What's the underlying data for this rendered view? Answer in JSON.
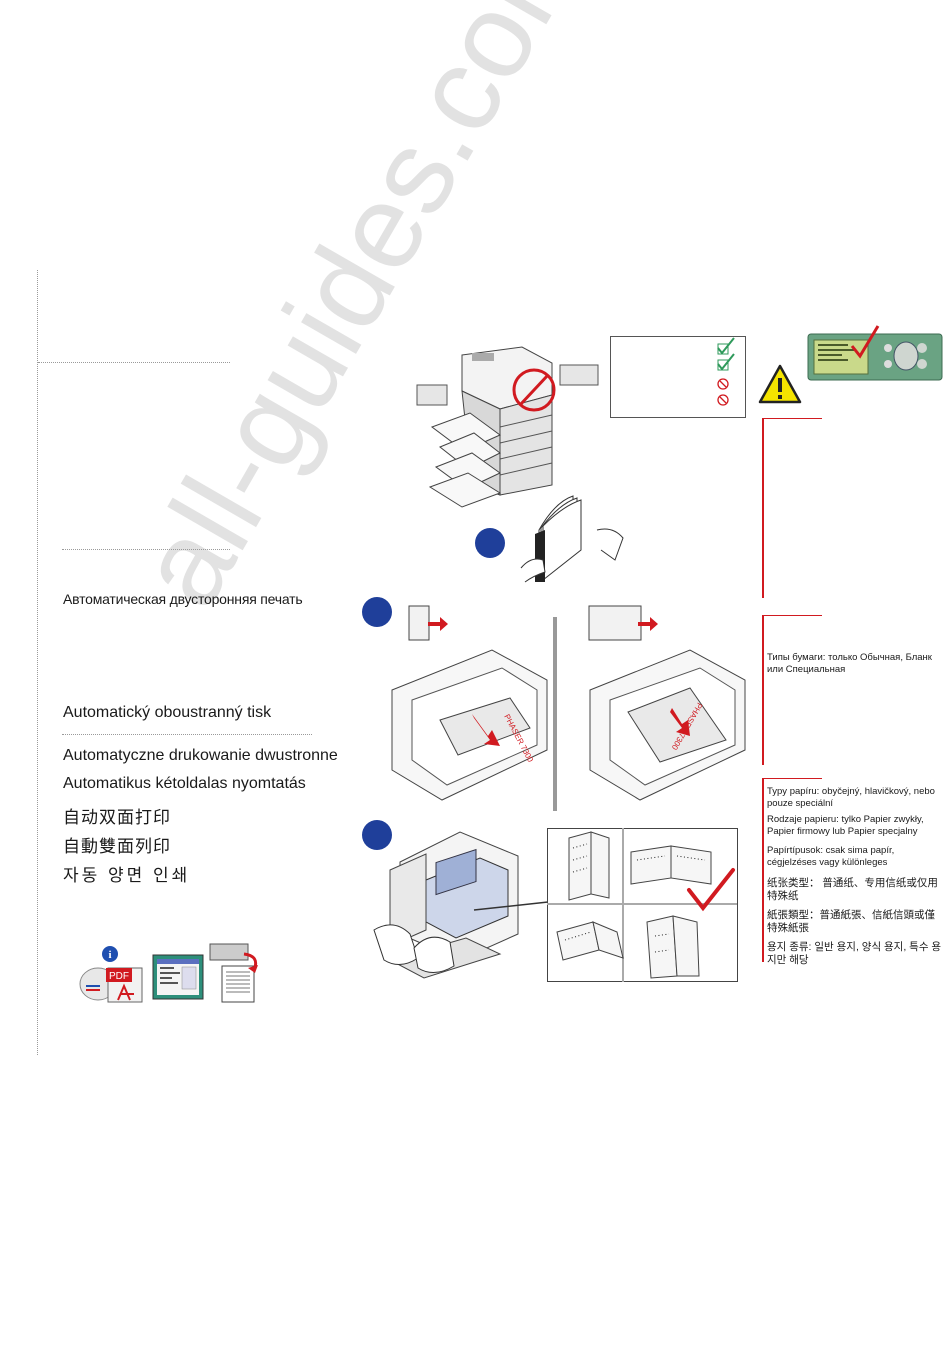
{
  "titles": {
    "russian": "Автоматическая двусторонняя печать",
    "czech": "Automatický oboustranný tisk",
    "polish": "Automatyczne drukowanie dwustronne",
    "hungarian": "Automatikus kétoldalas nyomtatás",
    "chinese_simplified": "自动双面打印",
    "chinese_traditional": "自動雙面列印",
    "korean": "자동 양면 인쇄"
  },
  "paper_type_notes": {
    "russian": "Типы бумаги: только Обычная, Бланк или Специальная",
    "czech": "Typy papíru: obyčejný, hlavičkový, nebo pouze speciální",
    "polish": "Rodzaje papieru: tylko Papier zwykły, Papier firmowy lub Papier specjalny",
    "hungarian": "Papírtípusok: csak sima papír, cégjelzéses vagy különleges",
    "chinese_simplified": "纸张类型： 普通纸、专用信纸或仅用特殊纸",
    "chinese_traditional": "紙張類型：普通紙張、信紙信頭或僅特殊紙張",
    "korean": "용지 종류: 일반 용지, 양식 용지, 특수 용지만 해당"
  },
  "tray_label": "PHASER 7300",
  "pdf_label": "PDF",
  "watermark": "all-guides.com",
  "colors": {
    "step_blue": "#1f3f9a",
    "accent_red": "#d11a20",
    "check_green": "#2f9a5b",
    "warning_yellow": "#f5e400",
    "lcd_green": "#c9d98a"
  },
  "icons": [
    "printer-icon",
    "prohibited-icon",
    "check-icon",
    "warning-icon",
    "control-panel-icon",
    "paper-stack-icon",
    "arrow-right-icon",
    "tray-icon",
    "computer-icon",
    "duplex-booklet-icon",
    "info-icon",
    "pdf-icon",
    "driver-window-icon",
    "duplex-unit-icon"
  ]
}
